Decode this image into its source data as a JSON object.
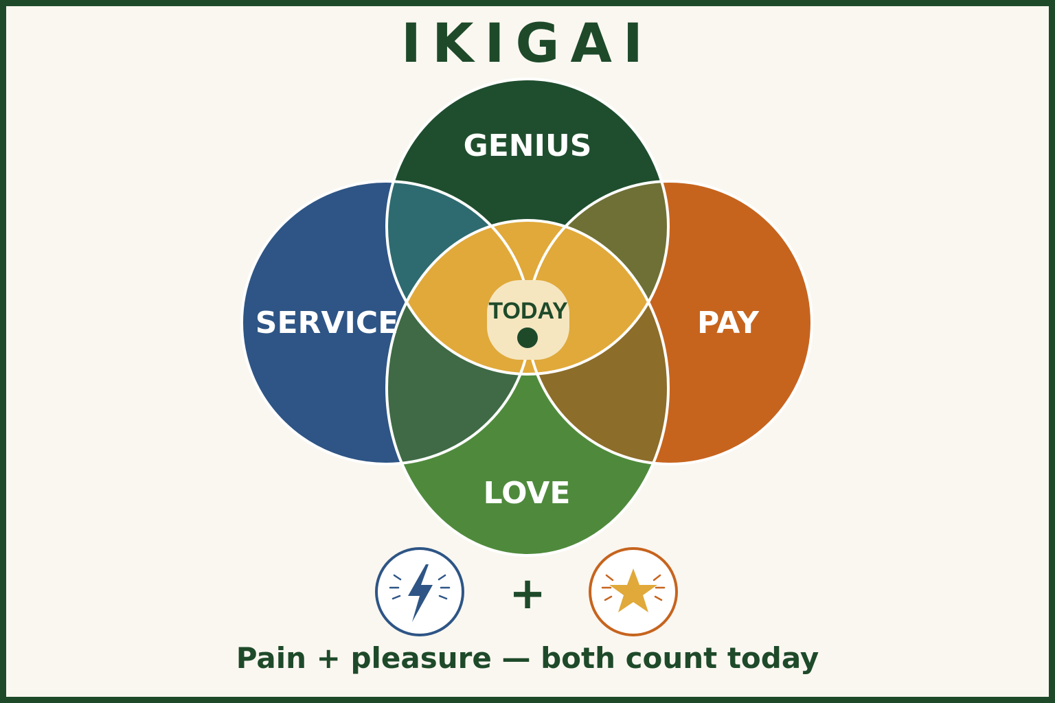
{
  "title": "IKIGAI",
  "circles": {
    "genius": "GENIUS",
    "service": "SERVICE",
    "pay": "PAY",
    "love": "LOVE"
  },
  "center": {
    "label": "TODAY"
  },
  "icons": {
    "left": "lightning-bolt-icon",
    "right": "star-icon",
    "operator": "+"
  },
  "caption": "Pain + pleasure — both count today",
  "colors": {
    "genius": "#1f4e2e",
    "service": "#2e5585",
    "pay": "#c6641e",
    "love": "#4f8a3c",
    "center": "#f5e6c0",
    "accent": "#e0a93a",
    "text_dark": "#1e4a2a"
  }
}
